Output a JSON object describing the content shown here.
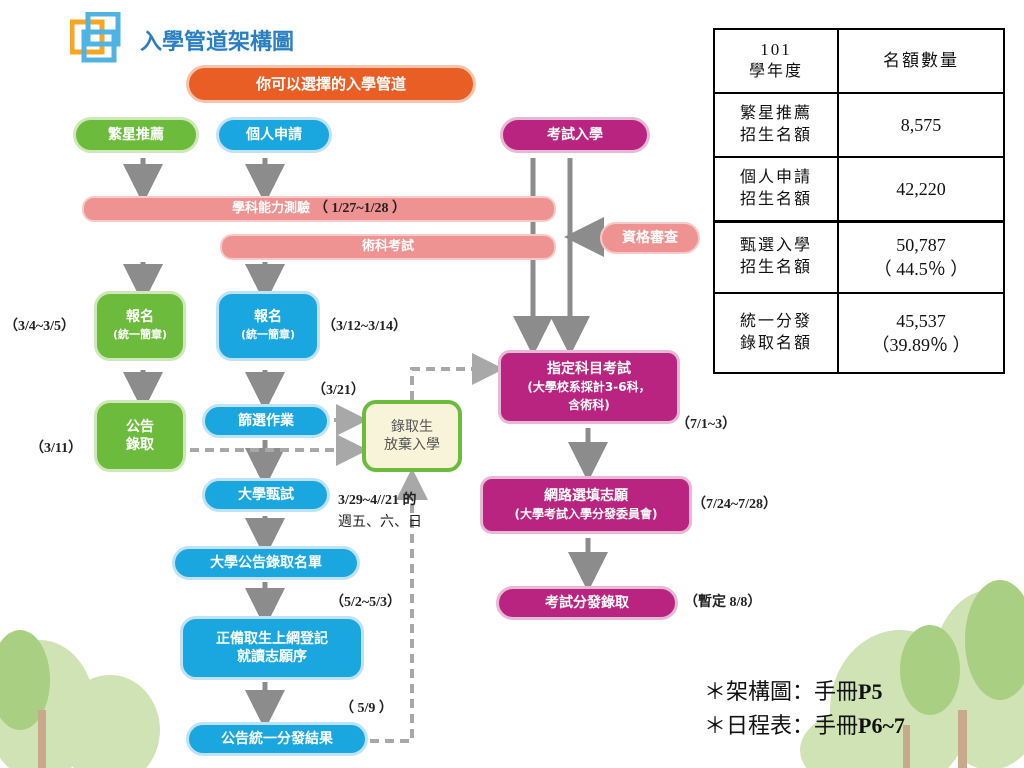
{
  "header": {
    "title": "入學管道架構圖"
  },
  "banner": "你可以選擇的入學管道",
  "channels": {
    "star": "繁星推薦",
    "personal": "個人申請",
    "exam": "考試入學"
  },
  "tests": {
    "gsat": "學科能力測驗",
    "gsat_date": "（ 1/27~1/28 ）",
    "art": "術科考試",
    "qualify": "資格審查"
  },
  "star_path": {
    "register": "報名",
    "register_sub": "(統一簡章)",
    "register_date": "（3/4~3/5）",
    "announce": "公告",
    "announce2": "錄取",
    "announce_date": "（3/11）"
  },
  "personal_path": {
    "register": "報名",
    "register_sub": "(統一簡章)",
    "register_date": "（3/12~3/14）",
    "screen": "篩選作業",
    "screen_date": "（3/21）",
    "interview": "大學甄試",
    "interview_date1": "3/29~4//21 的",
    "interview_date2": "週五、六、日",
    "list": "大學公告錄取名單",
    "list_date": "（5/2~5/3）",
    "register_online": "正備取生上網登記",
    "register_online2": "就讀志願序",
    "register_online_date": "（ 5/9 ）",
    "result": "公告統一分發結果"
  },
  "forfeit": {
    "line1": "錄取生",
    "line2": "放棄入學"
  },
  "exam_path": {
    "designated": "指定科目考試",
    "designated_sub1": "(大學校系採計3-6科，",
    "designated_sub2": "含術科)",
    "designated_date": "（7/1~3）",
    "online_choice": "網路選填志願",
    "online_choice_sub": "(大學考試入學分發委員會)",
    "online_choice_date": "（7/24~7/28）",
    "admit": "考試分發錄取",
    "admit_date": "（暫定 8/8）"
  },
  "quota_table": {
    "header": {
      "year1": "101",
      "year2": "學年度",
      "col2": "名額數量"
    },
    "rows": [
      {
        "l1": "繁星推薦",
        "l2": "招生名額",
        "v1": "8,575",
        "v2": ""
      },
      {
        "l1": "個人申請",
        "l2": "招生名額",
        "v1": "42,220",
        "v2": ""
      },
      {
        "l1": "甄選入學",
        "l2": "招生名額",
        "v1": "50,787",
        "v2": "（ 44.5％ ）"
      },
      {
        "l1": "統一分發",
        "l2": "錄取名額",
        "v1": "45,537",
        "v2": "（39.89％ ）"
      }
    ]
  },
  "notes": {
    "n1_prefix": "＊架構圖：手冊",
    "n1_bold": "P5",
    "n2_prefix": "＊日程表：手冊",
    "n2_bold": "P6~7"
  },
  "colors": {
    "green": "#6dbb3c",
    "blue": "#1aa6df",
    "magenta": "#b8247f",
    "orange": "#e95e24",
    "pink": "#ef9292",
    "arrow": "#8c8c8c"
  }
}
